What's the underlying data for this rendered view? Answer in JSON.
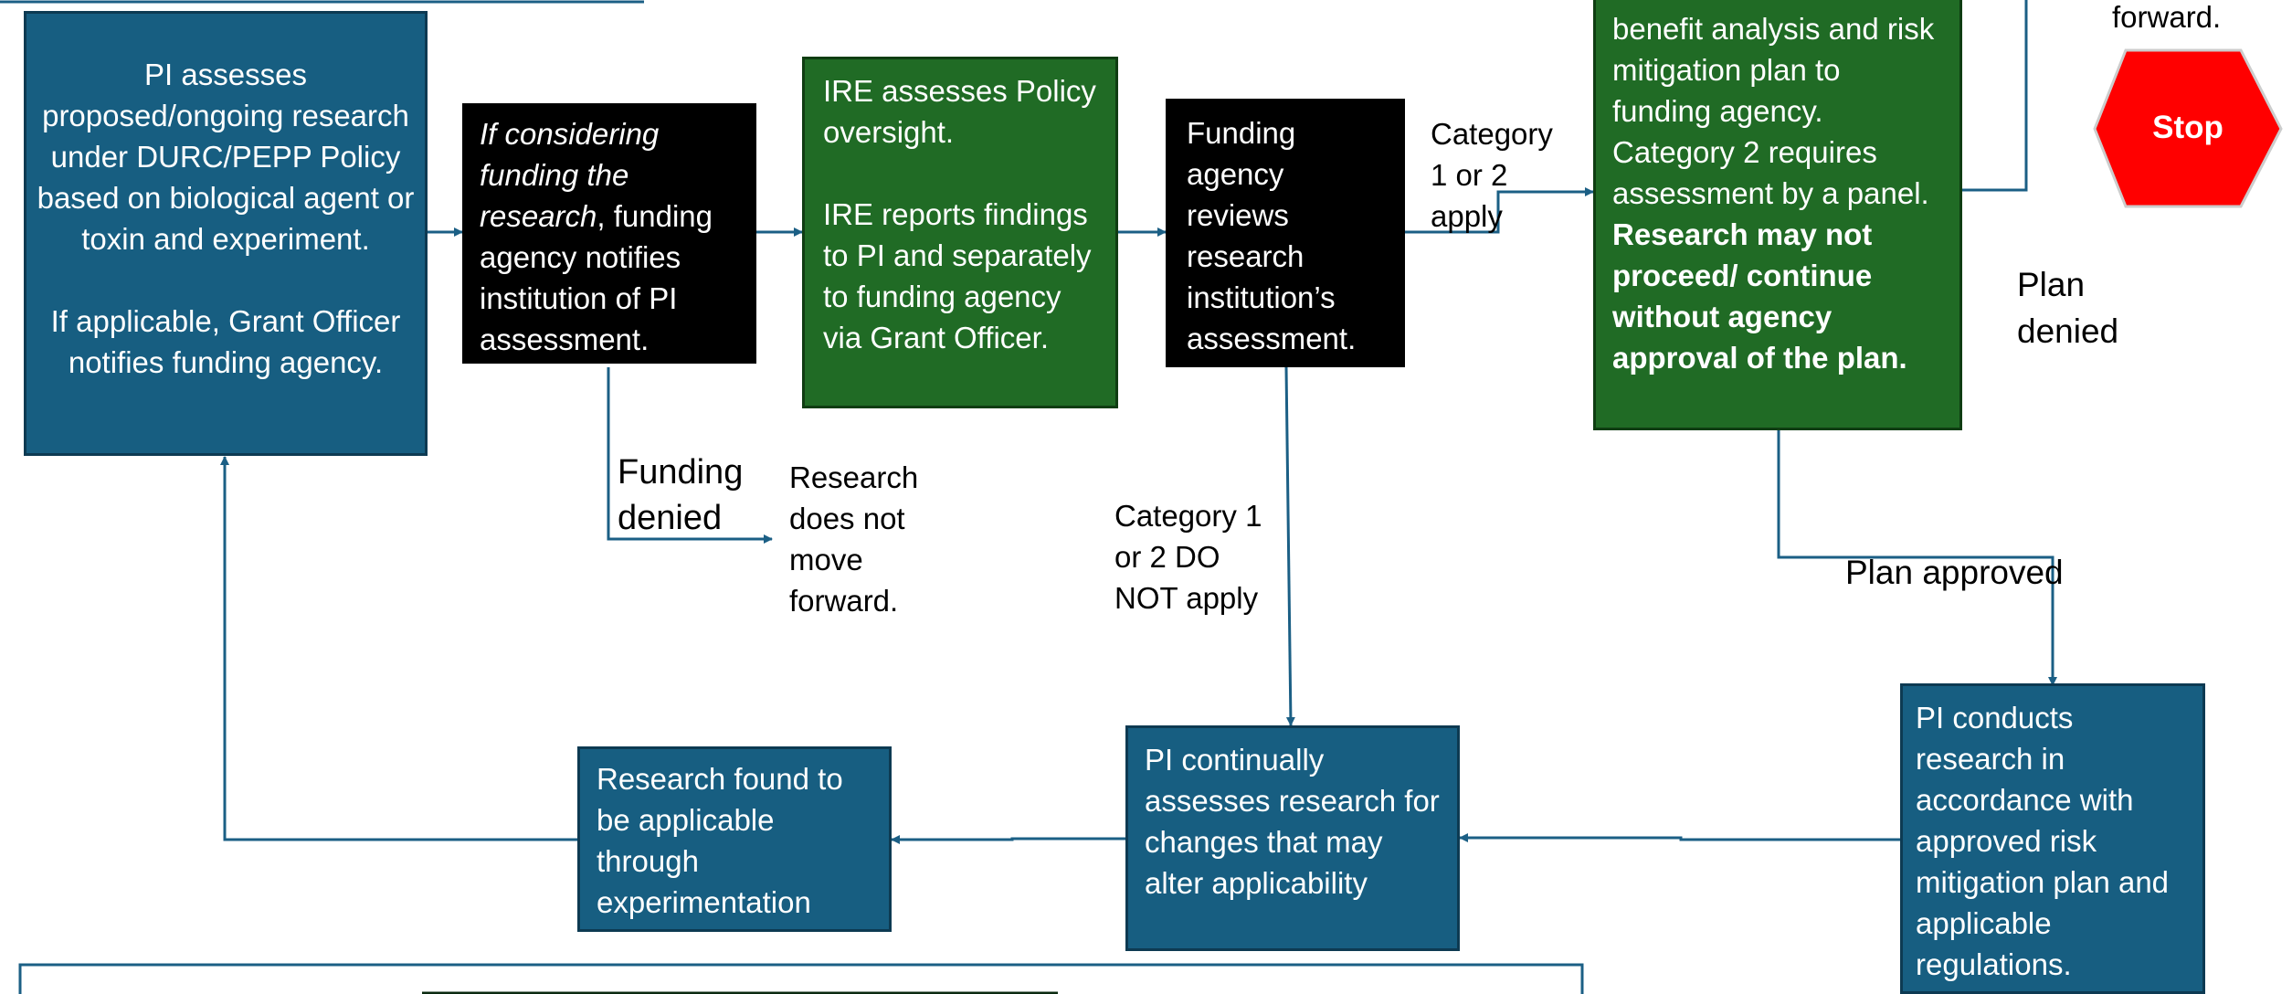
{
  "colors": {
    "blue_box": "#175e81",
    "green_box": "#206b25",
    "black_box": "#000000",
    "connector": "#1b5f85",
    "stop_sign": "#ff0000"
  },
  "boxes": {
    "pi_assess": {
      "line1": "PI assesses proposed/ongoing research under DURC/PEPP Policy based on biological agent or toxin and experiment.",
      "line2": "If applicable, Grant Officer notifies funding agency."
    },
    "agency_notifies": {
      "italic": "If considering funding the research",
      "rest": ", funding agency notifies institution of PI assessment."
    },
    "ire_assess": {
      "line1": "IRE assesses Policy oversight.",
      "line2": "IRE reports findings to PI and separately to funding agency via Grant Officer."
    },
    "agency_reviews": {
      "text": "Funding agency reviews research institution’s assessment."
    },
    "risk_plan": {
      "text": "benefit analysis and risk mitigation plan to funding agency. Category 2 requires assessment by a panel.",
      "bold": "Research may not proceed/ continue without agency approval of the plan."
    },
    "pi_conducts": {
      "text": "PI conducts research in accordance with approved risk mitigation plan and applicable regulations."
    },
    "pi_continually": {
      "text": "PI continually assesses research for changes that may alter applicability"
    },
    "found_applicable": {
      "text": "Research found to be applicable through experimentation"
    }
  },
  "labels": {
    "category_apply": "Category 1 or 2 apply",
    "category_not_apply": "Category 1 or 2 DO NOT apply",
    "funding_denied": "Funding denied",
    "not_forward": "Research does not move forward.",
    "forward_top": "forward.",
    "plan_denied": "Plan denied",
    "plan_approved": "Plan approved",
    "stop": "Stop"
  }
}
